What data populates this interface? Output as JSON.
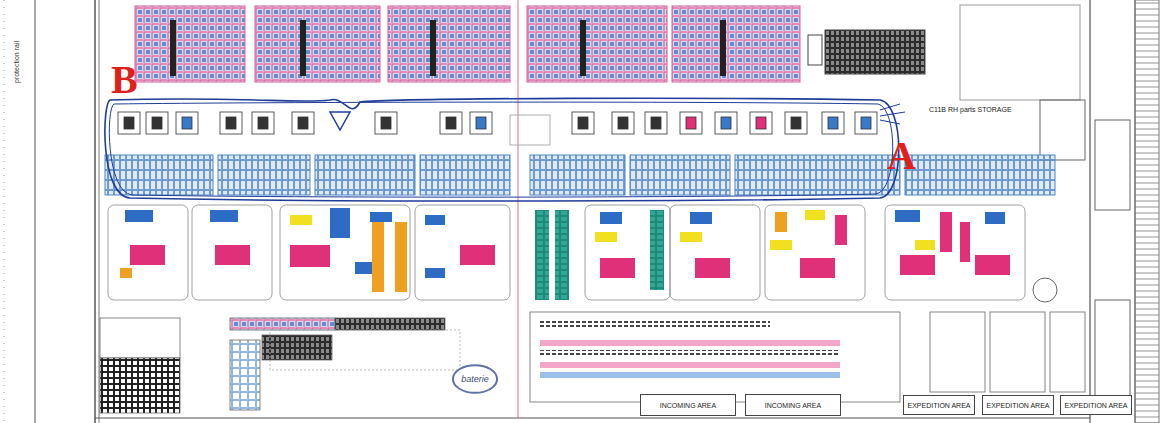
{
  "diagram": {
    "nodes": [
      {
        "text": [
          "INCOMING AREA"
        ]
      },
      {
        "text": [
          "INCOMING AREA"
        ]
      },
      {
        "text": [
          "EXPEDITION AREA"
        ]
      },
      {
        "text": [
          "EXPEDITION AREA"
        ]
      },
      {
        "text": [
          "EXPEDITION AREA"
        ]
      },
      {
        "text": [
          "baterie"
        ]
      }
    ],
    "labels": [
      "B",
      "A",
      "C11B RH parts STORAGE",
      "protection rail"
    ]
  }
}
